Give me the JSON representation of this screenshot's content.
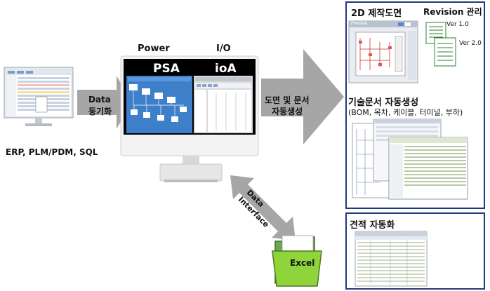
{
  "source": {
    "label": "ERP, PLM/PDM, SQL"
  },
  "sync_arrow": {
    "line1": "Data",
    "line2": "동기화"
  },
  "monitor": {
    "left_header": "Power",
    "right_header": "I/O",
    "left_title": "PSA",
    "right_title": "ioA"
  },
  "main_arrow": {
    "line1": "도면 및 문서",
    "line2": "자동생성"
  },
  "interface_arrow": {
    "line1": "Data",
    "line2": "Interface"
  },
  "excel": {
    "label": "Excel"
  },
  "panel_top": {
    "drawing_title": "2D 제작도면",
    "revision_title": "Revision 관리",
    "preview_label": "Preview",
    "versions": [
      "Ver 1.0",
      "Ver 2.0"
    ],
    "doc_title": "기술문서 자동생성",
    "doc_subtitle": "(BOM, 목차, 케이블, 터미널, 부하)"
  },
  "panel_bottom": {
    "title": "견적 자동화"
  },
  "colors": {
    "panel_border": "#1f3b7a",
    "arrow": "#a6a6a6",
    "screen_blue": "#3d7fc8",
    "screen_black": "#000000"
  }
}
